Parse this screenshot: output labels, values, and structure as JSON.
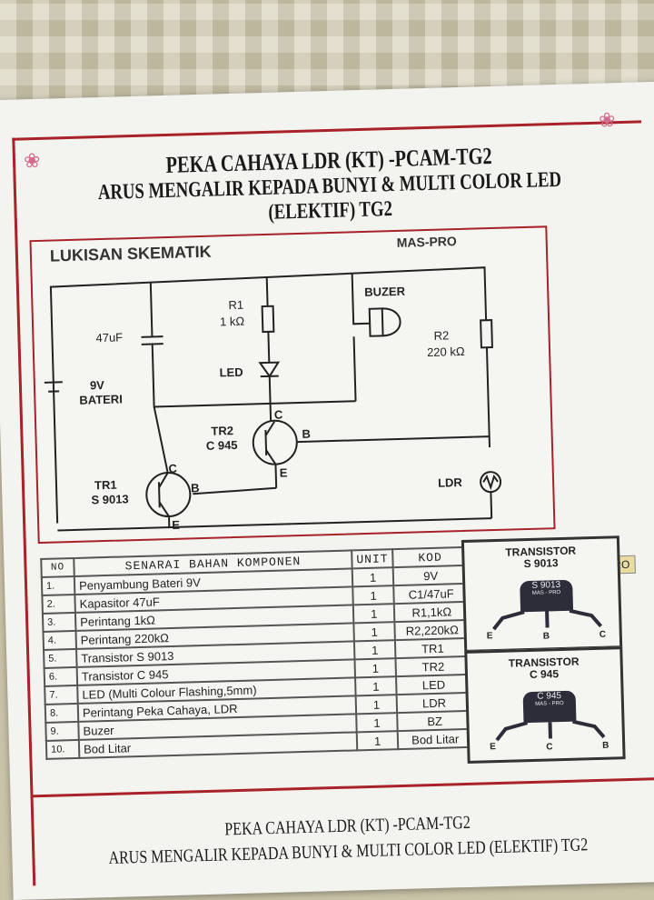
{
  "header": {
    "title_line1": "PEKA CAHAYA LDR (KT) -PCAM-TG2",
    "title_line2": "ARUS MENGALIR KEPADA BUNYI & MULTI COLOR LED (ELEKTIF) TG2"
  },
  "schematic": {
    "title": "LUKISAN SKEMATIK",
    "brand": "MAS-PRO",
    "labels": {
      "c1": "47uF",
      "r1_name": "R1",
      "r1_value": "1 kΩ",
      "buzer": "BUZER",
      "r2_name": "R2",
      "r2_value": "220 kΩ",
      "led": "LED",
      "battery_v": "9V",
      "battery": "BATERI",
      "tr2_name": "TR2",
      "tr2_part": "C 945",
      "tr1_name": "TR1",
      "tr1_part": "S 9013",
      "ldr": "LDR",
      "pin_c": "C",
      "pin_b": "B",
      "pin_e": "E"
    }
  },
  "badge": "MAS - PRO",
  "table": {
    "headers": [
      "NO",
      "SENARAI BAHAN KOMPONEN",
      "UNIT",
      "KOD"
    ],
    "rows": [
      [
        "1.",
        "Penyambung Bateri 9V",
        "1",
        "9V"
      ],
      [
        "2.",
        "Kapasitor 47uF",
        "1",
        "C1/47uF"
      ],
      [
        "3.",
        "Perintang 1kΩ",
        "1",
        "R1,1kΩ"
      ],
      [
        "4.",
        "Perintang 220kΩ",
        "1",
        "R2,220kΩ"
      ],
      [
        "5.",
        "Transistor S 9013",
        "1",
        "TR1"
      ],
      [
        "6.",
        "Transistor C 945",
        "1",
        "TR2"
      ],
      [
        "7.",
        "LED (Multi Colour Flashing,5mm)",
        "1",
        "LED"
      ],
      [
        "8.",
        "Perintang Peka Cahaya, LDR",
        "1",
        "LDR"
      ],
      [
        "9.",
        "Buzer",
        "1",
        "BZ"
      ],
      [
        "10.",
        "Bod Litar",
        "1",
        "Bod Litar"
      ]
    ]
  },
  "transistors": [
    {
      "title1": "TRANSISTOR",
      "title2": "S 9013",
      "body": "S 9013",
      "sub": "MAS - PRO",
      "pins": [
        "E",
        "B",
        "C"
      ]
    },
    {
      "title1": "TRANSISTOR",
      "title2": "C 945",
      "body": "C 945",
      "sub": "MAS - PRO",
      "pins": [
        "E",
        "C",
        "B"
      ]
    }
  ],
  "footer": {
    "line1": "PEKA CAHAYA LDR (KT) -PCAM-TG2",
    "line2": "ARUS MENGALIR KEPADA BUNYI & MULTI COLOR LED (ELEKTIF) TG2"
  }
}
